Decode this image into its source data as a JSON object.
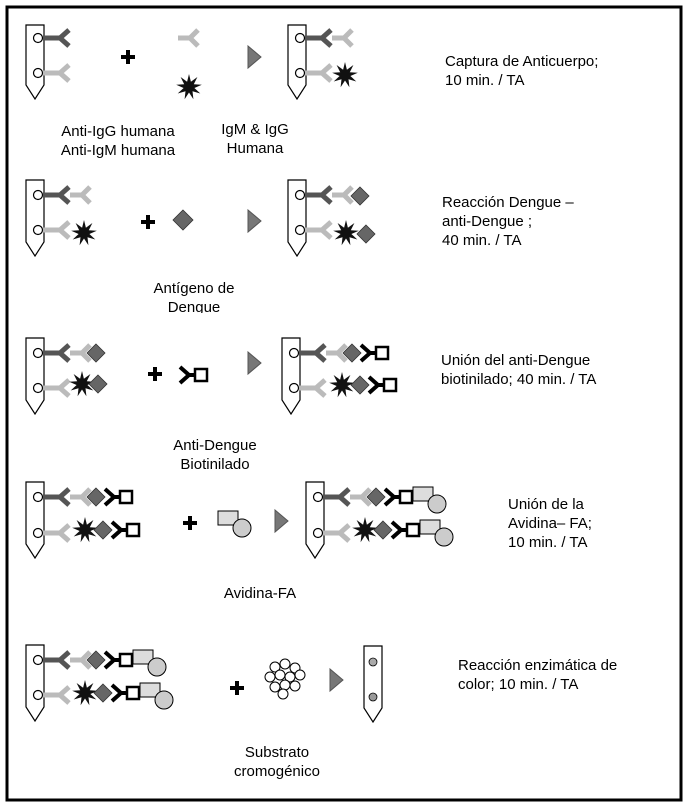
{
  "steps": [
    {
      "description": "Captura de Anticuerpo;\n10 min. / TA",
      "labels": [
        "Anti-IgG humana\nAnti-IgM humana",
        "IgM & IgG\nHumana"
      ]
    },
    {
      "description": "Reacción Dengue –\nanti-Dengue ;\n40 min. / TA",
      "labels": [
        "Antígeno de\nDengue"
      ]
    },
    {
      "description": "Unión del anti-Dengue\nbiotinilado; 40 min. / TA",
      "labels": [
        "Anti-Dengue\nBiotinilado"
      ]
    },
    {
      "description": "Unión de la\nAvidina– FA;\n10 min. / TA",
      "labels": [
        "Avidina-FA"
      ]
    },
    {
      "description": "Reacción enzimática de\ncolor; 10 min. / TA",
      "labels": [
        "Substrato\ncromogénico"
      ]
    }
  ],
  "colors": {
    "igg_antibody": "#555555",
    "igm_antibody": "#bbbbbb",
    "captured_antibody": "#111111",
    "dengue_antigen": "#666666",
    "enzyme_box": "#dddddd",
    "enzyme_circle": "#cccccc"
  }
}
